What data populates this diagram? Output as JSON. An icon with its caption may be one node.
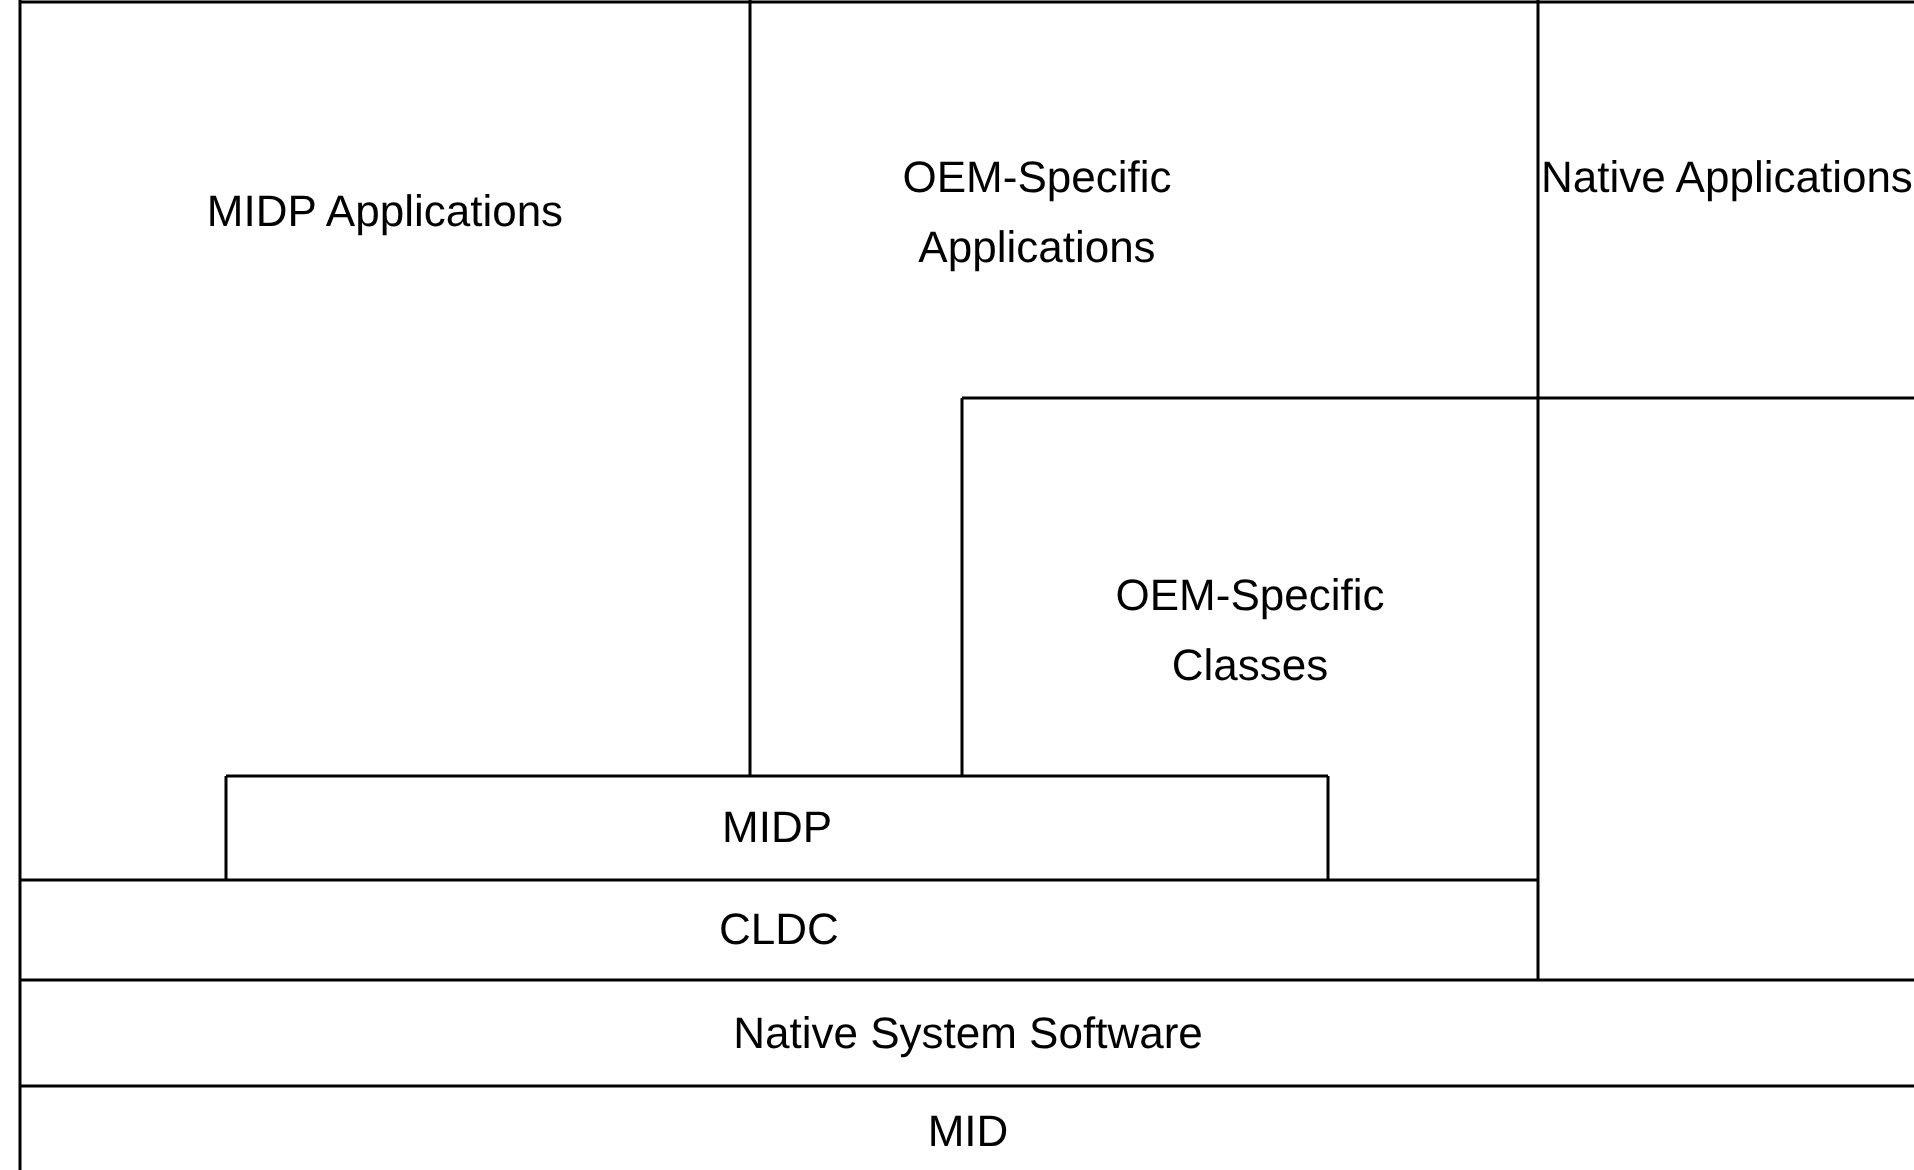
{
  "diagram": {
    "nodes": [
      {
        "text": [
          "MIDP Applications"
        ]
      },
      {
        "text": [
          "OEM-Specific Applications"
        ]
      },
      {
        "text": [
          "Native Applications"
        ]
      },
      {
        "text": [
          "OEM-Specific Classes"
        ]
      },
      {
        "text": [
          "MIDP"
        ]
      },
      {
        "text": [
          "CLDC"
        ]
      },
      {
        "text": [
          "Native System Software"
        ]
      },
      {
        "text": [
          "MID"
        ]
      }
    ]
  }
}
